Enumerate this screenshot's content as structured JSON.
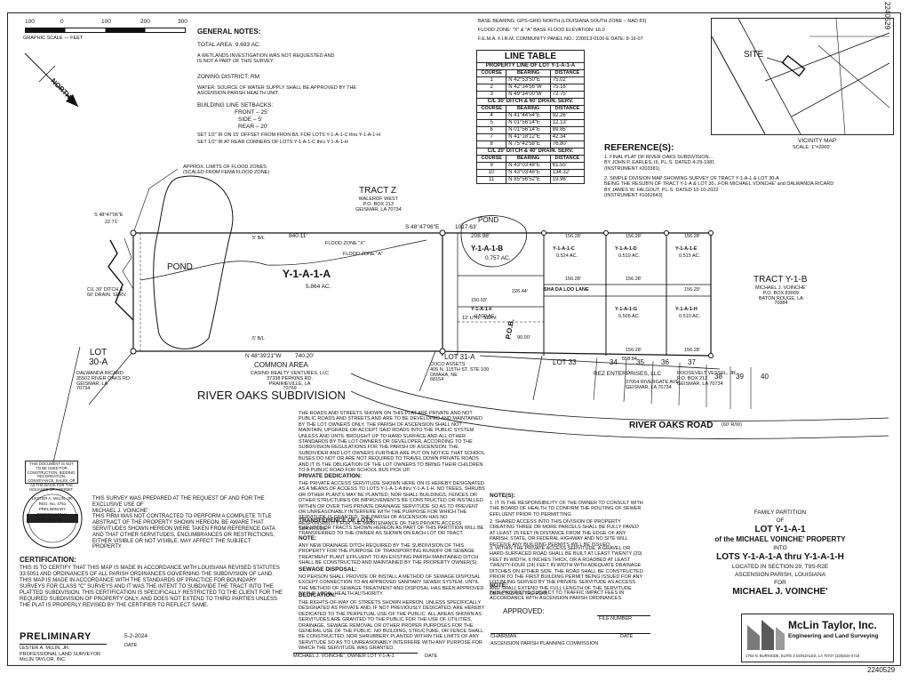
{
  "document_number": "2240529",
  "graphic_scale": {
    "ticks": [
      "100",
      "0",
      "100",
      "200",
      "300"
    ],
    "label": "GRAPHIC SCALE — FEET"
  },
  "north_label": "NORTH",
  "general_notes": {
    "title": "GENERAL NOTES:",
    "total_area": "TOTAL AREA:   9.693 AC.",
    "wetlands": "A WETLANDS INVESTIGATION WAS NOT REQUESTED AND\nIS NOT A PART OF THIS SURVEY.",
    "zoning": "ZONING DISTRICT:        RM",
    "water": "WATER: SOURCE OF WATER SUPPLY SHALL BE APPROVED BY THE\nASCENSION PARISH HEALTH UNIT.",
    "setbacks_title": "BUILDING LINE SETBACKS:",
    "front": "FRONT – 25'",
    "side": "SIDE – 5'",
    "rear": "REAR – 20'",
    "ir1": "SET 1/2\" IR ON 15' OFFSET FROM FRON B/L FOR LOTS Y-1-A-1-C thru Y-1-A-1-H",
    "ir2": "SET 1/2\" IR AT REAR CORNERS OF LOTS Y-1-A-1-C thru Y-1-A-1-H"
  },
  "basis": {
    "bearing": "BASE BEARING: GPS-GRID NORTH (LOUISIANA SOUTH ZONE – NAD 83)",
    "flood_zone": "FLOOD ZONE: \"X\" & \"A\"        BASE FLOOD ELEVATION:  16.0",
    "firm": "F.E.M.A. F.I.R.M. COMMUNITY PANEL NO.: 220013-0100-E    DATE: 8-16-07"
  },
  "line_table": {
    "title": "LINE TABLE",
    "headers": [
      "COURSE",
      "BEARING",
      "DISTANCE"
    ],
    "sections": [
      {
        "title": "PROPERTY LINE OF LOT Y-1-A-1-A",
        "rows": [
          [
            "1",
            "N 42°53'50\"E",
            "75.02'"
          ],
          [
            "2",
            "N 42°34'56\"W",
            "75.16'"
          ],
          [
            "3",
            "N 49°34'00\"W",
            "72.75'"
          ]
        ]
      },
      {
        "title": "C/L 30' DITCH & 60' DRAIN. SERV.",
        "rows": [
          [
            "4",
            "N 41°44'54\"E",
            "92.26'"
          ],
          [
            "5",
            "N 01°56'14\"E",
            "12.13'"
          ],
          [
            "6",
            "N 01°56'14\"E",
            "89.85'"
          ],
          [
            "7",
            "N 41°18'12\"E",
            "42.34'"
          ],
          [
            "8",
            "N 75°42'58\"E",
            "76.80'"
          ]
        ]
      },
      {
        "title": "C/L 20' DITCH & 40' DRAIN. SERV.",
        "rows": [
          [
            "9",
            "N 43°03'48\"E",
            "61.55'"
          ],
          [
            "10",
            "N 43°03'48\"E",
            "134.32'"
          ],
          [
            "11",
            "N 85°56'52\"E",
            "19.96'"
          ]
        ]
      }
    ]
  },
  "vicinity": {
    "site_label": "SITE",
    "title": "VICINITY MAP",
    "scale": "SCALE: 1\"=2000'"
  },
  "references": {
    "title": "REFERENCE(S):",
    "items": [
      "1.  FINAL PLAT OF RIVER OAKS SUBDIVISION...\n     BY JOHN P. EARLES, III, P.L.S. DATED 4-29-1981\n     (INSTRUMENT #203381)",
      "2.  SIMPLE DIVISION MAP SHOWING SURVEY OF TRACT Y-1-A-1 & LOT 30-A\n     BEING THE RESUB'N OF TRACT Y-1-A & LOT 30...FOR MICHAEL VOINCHE' and DALWANDA RICARD\n     BY JAMES W. FALGOUT, P.L.S. DATED 10-10-2022\n     (INSTRUMENT #1062643)"
    ]
  },
  "plat": {
    "tract_z": "TRACT Z",
    "tract_z_owner": "WALEROF WEST\nP.O. BOX 213\nGEISMAR, LA 70734",
    "flood_note": "APPROX. LIMITS OF FLOOD ZONES\n(SCALED FROM FEMA FLOOD ZONE)",
    "pond": "POND",
    "lot_a": "Y-1-A-1-A",
    "lot_a_area": "5.864 AC.",
    "lot_b": "Y-1-A-1-B",
    "lot_b_area": "0.757 AC.",
    "flood_x": "FLOOD ZONE \"X\"",
    "flood_a": "FLOOD ZONE \"A\"",
    "top_bearing": "S 48°47'06\"E",
    "top_dist": "1017.63'",
    "dist_840": "840.11'",
    "dist_208": "208.98'",
    "bottom_bearing": "N 48°39'21\"W",
    "bottom_dist": "740.20'",
    "left_bearing": "S 48°47'06\"E",
    "left_dist": "22.71'",
    "bl": "5' B/L",
    "lane": "SHA DA LOO LANE",
    "lot_c": "Y-1-A-1-C",
    "lot_c_area": "0.524 AC.",
    "lot_d": "Y-1-A-1-D",
    "lot_d_area": "0.519 AC.",
    "lot_e": "Y-1-A-1-E",
    "lot_e_area": "0.515 AC.",
    "lot_f": "Y-1-A-1-F",
    "lot_f_area": "0.500 AC.",
    "lot_g": "Y-1-A-1-G",
    "lot_g_area": "0.505 AC.",
    "lot_h": "Y-1-A-1-H",
    "lot_h_area": "0.510 AC.",
    "frontage": "156.28'",
    "lot_width_29": "156.29'",
    "dist_90": "90.00'",
    "dist_226": "226.44'",
    "dist_150": "150.03'",
    "dist_55824": "558.84",
    "lot_30a": "LOT\n30-A",
    "lot_30a_owner": "DALWANDA RICARD\n35502 RIVER OAKS RD.\nGEISMAR, LA\n70734",
    "lot_31a": "LOT 31-A",
    "lot_31a_owner": "COCO ASSETS\n405 N. 115TH ST. STE 100\nOMAHA, NE\n68154",
    "pob": "P.O.B.",
    "common_area": "COMMON AREA",
    "common_owner": "CASINO REALTY VENTURES, LLC\n37338 PERKINS RD.\nPRAIRIEVILLE, LA\n70769",
    "river_oaks_sub": "RIVER OAKS SUBDIVISION",
    "river_oaks_road": "RIVER OAKS ROAD",
    "road_row": "(60' R/W)",
    "lots_strip": [
      "LOT 33",
      "34",
      "35",
      "36",
      "37",
      "38",
      "39",
      "40"
    ],
    "rez": "REZ ENTERPRISES, LLC",
    "rez_addr": "37064 RIVERGATE AVE.\nGEISMAR, LA 70734",
    "roosevelt": "ROOSEVELT VESSEL, JR.\nP.O. BOX 212\nGEISMAR, LA 70734",
    "tract_y1b": "TRACT Y-1-B",
    "tract_y1b_owner": "MICHAEL J. VOINCHE'\nP.O. BOX 83009\nBATON ROUGE, LA\n70884",
    "drain_serv": "C/L 30' DITCH &\n60' DRAIN. SERV.",
    "util_serv": "12' UTIL. SERV."
  },
  "mid_notes": {
    "roads": "THE ROADS AND STREETS SHOWN ON THIS PLAT ARE PRIVATE AND NOT PUBLIC ROADS AND STREETS AND ARE TO BE DEVELOPED AND MAINTAINED BY THE LOT OWNERS ONLY. THE PARISH OF ASCENSION SHALL NOT MAINTAIN, UPGRADE OR ACCEPT SAID ROADS INTO THE PUBLIC SYSTEM UNLESS AND UNTIL BROUGHT UP TO HARD SURFACE AND ALL OTHER STANDARDS BY THE LOT OWNERS OR DEVELOPER, ACCORDING TO THE SUBDIVISION REGULATIONS FOR THE PARISH OF ASCENSION. THE SUBDIVIDER AND LOT OWNERS FURTHER ARE PUT ON NOTICE THAT SCHOOL BUSES DO NOT OR ARE NOT REQUIRED TO TRAVEL DOWN PRIVATE ROADS AND IT IS THE OBLIGATION OF THE LOT OWNERS TO BRING THEIR CHILDREN TO A PUBLIC ROAD FOR SCHOOL BUS PICK UP.",
    "pd_title": "PRIVATE DEDICATION:",
    "pd_text": "THE PRIVATE ACCESS SERVITUDE SHOWN HERE ON IS HEREBY DESIGNATED AS A MEANS OF ACCESS TO LOTS Y-1-A-1-A thru Y-1-A-1-H. NO TREES, SHRUBS OR OTHER PLANTS MAY BE PLANTED, NOR SHALL BUILDINGS, FENCES OR OTHER STRUCTURES OR IMPROVEMENTS BE CONSTRUCTED OR INSTALLED WITHIN OR OVER THIS PRIVATE DRAINAGE SERVITUDE SO AS TO PREVENT OR UNREASONABLY INTERFERE WITH THE PURPOSE FOR WHICH THE SERVITUDE IS GRANTED. THE PARISH OF ASCENSION HAS NO RESPONSIBILITY FOR THE MAINTENANCE OF THIS PRIVATE ACCESS SERVITUDE.",
    "tl_title": "TRANSFERENCE OF LOTS:",
    "tl_text": "THE LOTS OR TRACTS SHOWN HEREON AS PART OF THIS PARTITION WILL BE TRANSFERRED TO THE OWNER AS SHOWN ON EACH LOT OR TRACT.",
    "note_title": "NOTE:",
    "note_text": "ANY NEW DRAINAGE DITCH REQUIRED BY THE SUBDIVISION OF THIS PROPERTY FOR THE PURPOSE OF TRANSPORTING RUNOFF OR SEWAGE TREATMENT PLANT EFFLUENT TO AN EXISTING PARISH MAINTAINED DITCH SHALL BE CONSTRUCTED AND MAINTAINED BY THE PROPERTY OWNER(S).",
    "sd_title": "SEWAGE DISPOSAL:",
    "sd_text": "NO PERSON SHALL PROVIDE OR INSTALL A METHOD OF SEWAGE DISPOSAL EXCEPT CONNECTION TO AN APPROVED SANITARY SEWER SYSTEM, UNTIL THE METHOD OF SEWAGE TREATMENT AND DISPOSAL HAS BEEN APPROVED BY THE LOCAL HEALTH AUTHORITY.",
    "ded_title": "DEDICATION:",
    "ded_text": "THE RIGHTS-OF-WAY OF STREETS SHOWN HEREON, UNLESS SPECIFICALLY DESIGNATED AS PRIVATE AND, IF NOT PREVIOUSLY DEDICATED, ARE HEREBY DEDICATED TO THE PERPETUAL USE OF THE PUBLIC. ALL AREAS SHOWN AS SERVITUDES ARE GRANTED TO THE PUBLIC FOR THE USE OF UTILITIES, DRAINAGE, SEWAGE REMOVAL OR OTHER PROPER PURPOSES FOR THE GENERAL USE OF THE PUBLIC. NO BUILDING, STRUCTURE, OR FENCE SHALL BE CONSTRUCTED, NOR SHRUBBERY PLANTED WITHIN THE LIMITS OF ANY SERVITUDE SO AS TO UNREASONABLY INTERFERE WITH ANY PURPOSE FOR WHICH THE SERVITUDE WAS GRANTED.",
    "owner_sig": "MICHAEL J. VOINCHE', OWNER LOT Y-1-A-1",
    "owner_date": "DATE"
  },
  "right_notes": {
    "title": "NOTE(S):",
    "n1": "1.  IT IS THE RESPONSIBILITY OF THE OWNER TO CONSULT WITH THE BOARD OF HEALTH TO CONFIRM THE ROUTING OF SEWER EFFLUENT PRIOR TO PERMITTING.",
    "n2": "2.  SHARED ACCESS INTO THIS DIVISION OF PROPERTY CREATING THREE OR MORE PARCELS SHALL BE FULLY PAVED AT LEAST 25 FEET IN DISTANCE FROM THE EDGE OF ANY PARISH, STATE, OR FEDERAL HIGHWAY AND NO SITE WILL RECEIVE ANY BUILDING PERMITS WILL BE ISSUED.",
    "n3": "3.  WITHIN THE PRIVATE ACCESS SERVITUDE, A GRAVEL OR HARD-SURFACED ROAD SHALL BE BUILT AT LEAST TWENTY (20) FEET IN WIDTH, 6 INCHES THICK, OR A ROADBED AT LEAST TWENTY-FOUR (24) FEET IN WIDTH WITH ADEQUATE DRAINAGE DITCHES ON EITHER SIDE. THE ROAD SHALL BE CONSTRUCTED PRIOR TO THE FIRST BUILDING PERMIT BEING ISSUED FOR ANY LOT BEING SERVED BY THE PRIVATE SERVITUDE AS ACCESS AND SHALL EXTEND THE FULL LENGTH OF THE SERVITUDE DEPICTED ON THE PLAT.",
    "impact_title": "NOTE:",
    "impact": "THIS PROJECT IS SUBJECT TO TRAFFIC IMPACT FEES IN ACCORDANCE WITH ASCENSION PARISH ORDINANCES."
  },
  "approval": {
    "title": "APPROVED:",
    "file_number": "FILE NUMBER",
    "date": "DATE",
    "chairman": "CHAIRMAN",
    "commission": "ASCENSION PARISH PLANNING COMMISSION"
  },
  "title_block": {
    "l1": "FAMILY PARTITION",
    "l2": "OF",
    "l3": "LOT Y-1-A-1",
    "l4": "of the MICHAEL VOINCHE' PROPERTY",
    "l5": "INTO",
    "l6": "LOTS Y-1-A-1-A thru Y-1-A-1-H",
    "l7": "LOCATED IN SECTION 29, T9S-R2E",
    "l8": "ASCENSION PARISH, LOUISIANA",
    "l9": "FOR",
    "l10": "MICHAEL J. VOINCHE'"
  },
  "company": {
    "name": "McLin Taylor, Inc.",
    "tagline": "Engineering and Land Surveying",
    "address": "1764 N. BURNSIDE, SUITE 3   GONZALES, LA  70737   (225)644-4718"
  },
  "left_block": {
    "cad_note": "THIS DOCUMENT IS NOT TO BE USED FOR CONSTRUCTION, BIDDING, RECORDATION, CONVEYANCE, SALES, OR AS THE BASIS FOR THE ISSUANCE OF A PERMIT.",
    "seal": "LESTER A. McLIN, JR.\nREG. No. 4751\nPRELIMINARY\nPROFESSIONAL\nPLS Lic. No.",
    "prepared": "THIS SURVEY WAS PREPARED AT THE REQUEST OF AND FOR THE EXCLUSIVE USE OF\nMICHAEL J. VOINCHE'\nTHIS FIRM WAS NOT CONTRACTED TO PERFORM A COMPLETE TITLE ABSTRACT OF THE PROPERTY SHOWN HEREON. BE AWARE THAT SERVITUDES SHOWN HEREON WERE TAKEN FROM REFERENCE DATA AND THAT OTHER SERVITUDES, ENCUMBRANCES OR RESTRICTIONS, EITHER VISIBLE OR NOT VISIBLE, MAY AFFECT THE SUBJECT PROPERTY.",
    "cert_title": "CERTIFICATION:",
    "cert_text": "THIS IS TO CERTIFY THAT THIS MAP IS MADE IN ACCORDANCE WITH LOUISIANA REVISED STATUTES 33:5051 AND ORDINANCES OF ALL PARISH ORDINANCES GOVERNING THE SUBDIVISION OF LAND. THIS MAP IS MADE IN ACCORDANCE WITH THE STANDARDS OF PRACTICE FOR BOUNDARY SURVEYS FOR CLASS \"C\" SURVEYS AND IT WAS THE INTENT TO SUBDIVIDE THE TRACT INTO THE PLATTED SUBDIVISION. THIS CERTIFICATION IS SPECIFICALLY RESTRICTED TO THE CLIENT FOR THE REQUIRED SUBDIVISION OF PROPERTY ONLY, AND DOES NOT EXTEND TO THIRD PARTIES UNLESS THE PLAT IS PROPERLY REVISED BY THE CERTIFIER TO REFLECT SAME.",
    "preliminary": "PRELIMINARY",
    "date": "5-2-2024",
    "date_label": "DATE",
    "surveyor": "LESTER A. McLIN, JR.\nPROFESSIONAL LAND SURVEYOR\nMcLIN TAYLOR, INC."
  }
}
